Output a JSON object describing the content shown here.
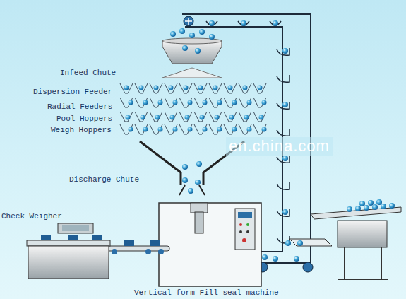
{
  "diagram": {
    "labels": [
      "Infeed Chute",
      "Dispersion Feeder",
      "Radial Feeders",
      "Pool Hoppers",
      "Weigh Hoppers",
      "Discharge Chute",
      "Check Weigher",
      "Vertical form-Fill-seal machine",
      "en.china.com"
    ]
  }
}
